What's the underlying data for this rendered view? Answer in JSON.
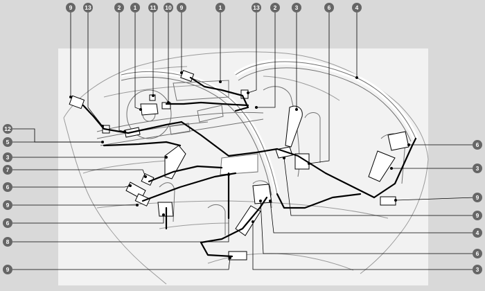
{
  "diagram": {
    "colors": {
      "background": "#d9d9d9",
      "panel": "#f2f2f2",
      "line": "#000000",
      "callout_fill": "#666666",
      "callout_text": "#ffffff"
    },
    "callouts": [
      {
        "id": "top-9-left",
        "label": "9"
      },
      {
        "id": "top-13-left",
        "label": "13"
      },
      {
        "id": "top-2-left",
        "label": "2"
      },
      {
        "id": "top-1-left",
        "label": "1"
      },
      {
        "id": "top-11",
        "label": "11"
      },
      {
        "id": "top-10",
        "label": "10"
      },
      {
        "id": "top-9-mid",
        "label": "9"
      },
      {
        "id": "top-1-mid",
        "label": "1"
      },
      {
        "id": "top-13-right",
        "label": "13"
      },
      {
        "id": "top-2-right",
        "label": "2"
      },
      {
        "id": "top-3",
        "label": "3"
      },
      {
        "id": "top-6",
        "label": "6"
      },
      {
        "id": "top-4",
        "label": "4"
      },
      {
        "id": "left-12",
        "label": "12"
      },
      {
        "id": "left-5",
        "label": "5"
      },
      {
        "id": "left-3",
        "label": "3"
      },
      {
        "id": "left-7",
        "label": "7"
      },
      {
        "id": "left-6-upper",
        "label": "6"
      },
      {
        "id": "left-9",
        "label": "9"
      },
      {
        "id": "left-6-lower",
        "label": "6"
      },
      {
        "id": "left-8",
        "label": "8"
      },
      {
        "id": "left-9-bottom",
        "label": "9"
      },
      {
        "id": "right-6-upper",
        "label": "6"
      },
      {
        "id": "right-3-upper",
        "label": "3"
      },
      {
        "id": "right-9-upper",
        "label": "9"
      },
      {
        "id": "right-9-lower",
        "label": "9"
      },
      {
        "id": "right-4",
        "label": "4"
      },
      {
        "id": "right-6-lower",
        "label": "6"
      },
      {
        "id": "right-3-bottom",
        "label": "3"
      }
    ]
  }
}
